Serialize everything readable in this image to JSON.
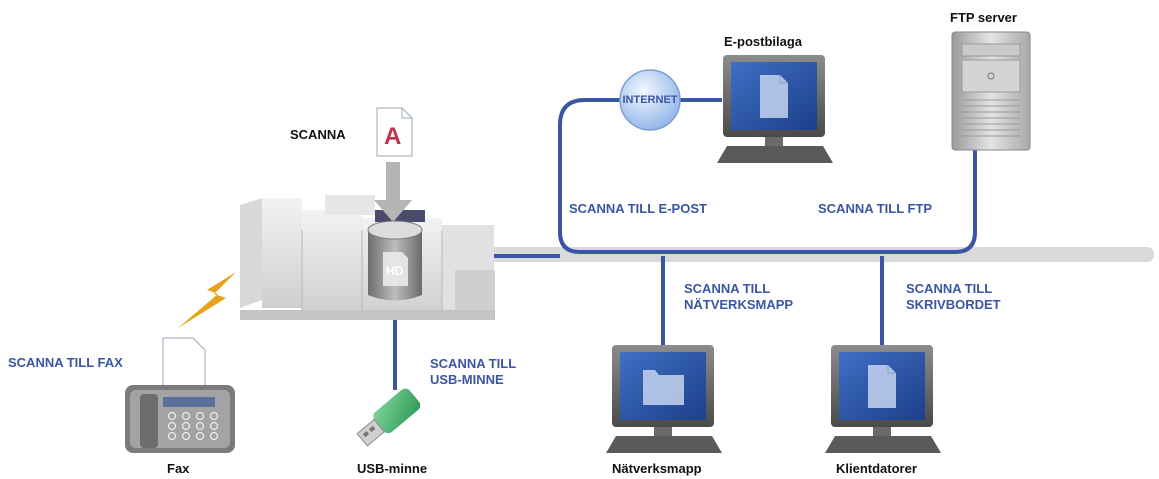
{
  "devices": {
    "fax": "Fax",
    "usb": "USB-minne",
    "network_folder": "Nätverksmapp",
    "client": "Klientdatorer",
    "email": "E-postbilaga",
    "ftp": "FTP server"
  },
  "labels": {
    "scan": "SCANNA",
    "internet": "INTERNET",
    "hd": "HD",
    "doc_letter": "A"
  },
  "routes": {
    "fax": "SCANNA TILL FAX",
    "usb": "SCANNA TILL\nUSB-MINNE",
    "email": "SCANNA TILL E-POST",
    "ftp": "SCANNA TILL FTP",
    "network_folder": "SCANNA TILL\nNÄTVERKSMAPP",
    "desktop": "SCANNA TILL\nSKRIVBORDET"
  },
  "colors": {
    "route_text": "#3a55a4",
    "network_line": "#3a55a4",
    "backbone": "#d9d9d9",
    "fax_signal": "#e8a21a"
  }
}
